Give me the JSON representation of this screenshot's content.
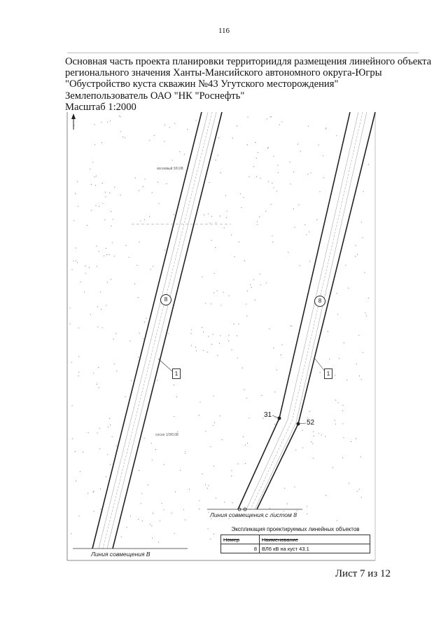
{
  "page_number": "116",
  "header": {
    "lines": [
      "Основная часть проекта планировки территориидля размещения линейного объекта",
      "регионального значения Ханты-Мансийского автономного округа-Югры",
      "\"Обустройство куста скважин №43 Угутского месторождения\"",
      "Землепользователь ОАО \"НК \"Роснефть\"",
      "Масштаб 1:2000"
    ]
  },
  "map": {
    "left_panel": {
      "marker": "8",
      "tag": "1",
      "match_line": "Линия совмещения В",
      "small_notes": [
        "сосновый 3/0.08",
        "сосно 1/3/0.08"
      ]
    },
    "right_panel": {
      "marker": "8",
      "tag": "1",
      "point_labels": [
        "31",
        "52"
      ],
      "match_line": "Линия совмещения с листом 8"
    }
  },
  "explication": {
    "title": "Экспликация проектируемых линейных объектов",
    "columns": [
      "Номер",
      "Наименование"
    ],
    "rows": [
      {
        "number": "8",
        "name": "ВЛ6 кВ на куст 43.1"
      }
    ]
  },
  "sheet": "Лист 7 из 12",
  "colors": {
    "line": "#222222",
    "hatch": "#888888"
  }
}
